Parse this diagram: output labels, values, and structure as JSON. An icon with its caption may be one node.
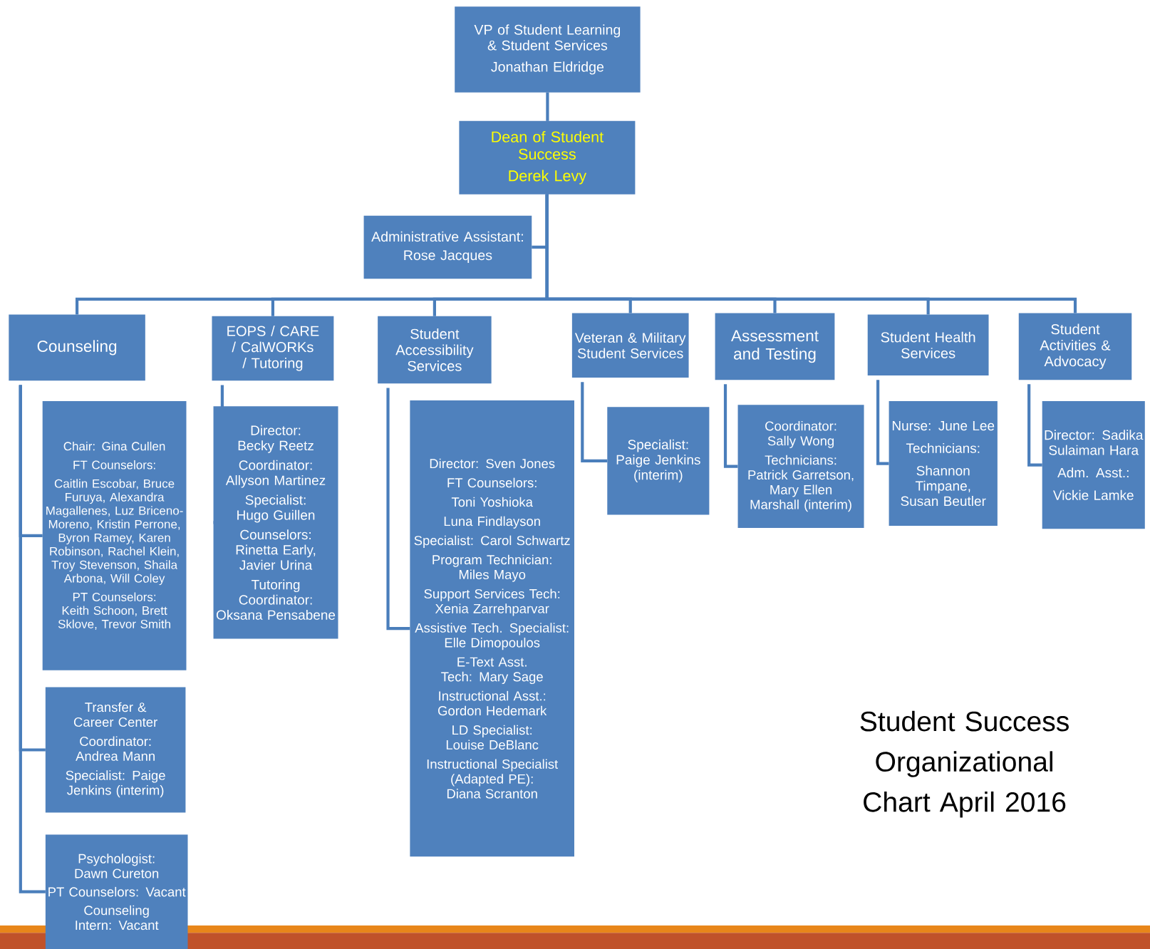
{
  "diagram": {
    "title": "Student Success Organizational Chart April 2016",
    "nodes": [
      {
        "text": [
          "VP of Student Learning & Student Services",
          "Jonathan Eldridge"
        ]
      },
      {
        "text": [
          "Dean of Student Success",
          "Derek Levy"
        ]
      },
      {
        "text": [
          "Administrative Assistant:",
          "Rose Jacques"
        ]
      },
      {
        "text": [
          "Counseling"
        ]
      },
      {
        "text": [
          "EOPS / CARE / CalWORKs / Tutoring"
        ]
      },
      {
        "text": [
          "Student Accessibility Services"
        ]
      },
      {
        "text": [
          "Veteran & Military Student Services"
        ]
      },
      {
        "text": [
          "Assessment and Testing"
        ]
      },
      {
        "text": [
          "Student Health Services"
        ]
      },
      {
        "text": [
          "Student Activities & Advocacy"
        ]
      },
      {
        "text": [
          "Chair: Gina Cullen",
          "FT Counselors:",
          "Caitlin Escobar, Bruce Furuya, Alexandra Magallenes, Luz Briceno-Moreno, Kristin Perrone, Byron Ramey, Karen Robinson, Rachel Klein, Troy Stevenson, Shaila Arbona, Will Coley",
          "PT Counselors: Keith Schoon, Brett Sklove, Trevor Smith"
        ]
      },
      {
        "text": [
          "Transfer & Career Center",
          "Coordinator: Andrea Mann",
          "Specialist: Paige Jenkins (interim)"
        ]
      },
      {
        "text": [
          "Psychologist: Dawn Cureton",
          "PT Counselors: Vacant",
          "Counseling Intern: Vacant"
        ]
      },
      {
        "text": [
          "Director:  Becky Reetz",
          "Coordinator: Allyson Martinez",
          "Specialist: Hugo Guillen",
          "Counselors: Rinetta Early, Javier Urina",
          "Tutoring Coordinator: Oksana Pensabene"
        ]
      },
      {
        "text": [
          "Director: Sven Jones",
          "FT  Counselors:",
          "Toni Yoshioka",
          "Luna Findlayson",
          "Specialist: Carol Schwartz",
          "Program Technician: Miles Mayo",
          "Support Services Tech: Xenia Zarrehparvar",
          "Assistive Tech. Specialist: Elle Dimopoulos",
          "E-Text Asst. Tech: Mary Sage",
          "Instructional Asst.: Gordon Hedemark",
          "LD Specialist: Louise DeBlanc",
          "Instructional Specialist (Adapted PE): Diana Scranton"
        ]
      },
      {
        "text": [
          "Specialist: Paige Jenkins (interim)"
        ]
      },
      {
        "text": [
          "Coordinator: Sally Wong",
          "Technicians: Patrick Garretson, Mary Ellen Marshall (interim)"
        ]
      },
      {
        "text": [
          "Nurse: June Lee",
          "Technicians:",
          "Shannon Timpane, Susan Beutler"
        ]
      },
      {
        "text": [
          "Director: Sadika Sulaiman Hara",
          "Adm. Asst.:",
          "Vickie Lamke"
        ]
      }
    ],
    "edges": [
      {
        "from": 0,
        "to": 1,
        "arrow": "none"
      },
      {
        "from": 1,
        "to": 2,
        "arrow": "none"
      },
      {
        "from": 1,
        "to": 3,
        "arrow": "none"
      },
      {
        "from": 1,
        "to": 4,
        "arrow": "none"
      },
      {
        "from": 1,
        "to": 5,
        "arrow": "none"
      },
      {
        "from": 1,
        "to": 6,
        "arrow": "none"
      },
      {
        "from": 1,
        "to": 7,
        "arrow": "none"
      },
      {
        "from": 1,
        "to": 8,
        "arrow": "none"
      },
      {
        "from": 1,
        "to": 9,
        "arrow": "none"
      },
      {
        "from": 3,
        "to": 10,
        "arrow": "none"
      },
      {
        "from": 3,
        "to": 11,
        "arrow": "none"
      },
      {
        "from": 3,
        "to": 12,
        "arrow": "none"
      },
      {
        "from": 4,
        "to": 13,
        "arrow": "none"
      },
      {
        "from": 5,
        "to": 14,
        "arrow": "none"
      },
      {
        "from": 6,
        "to": 15,
        "arrow": "none"
      },
      {
        "from": 7,
        "to": 16,
        "arrow": "none"
      },
      {
        "from": 8,
        "to": 17,
        "arrow": "none"
      },
      {
        "from": 9,
        "to": 18,
        "arrow": "none"
      }
    ]
  }
}
